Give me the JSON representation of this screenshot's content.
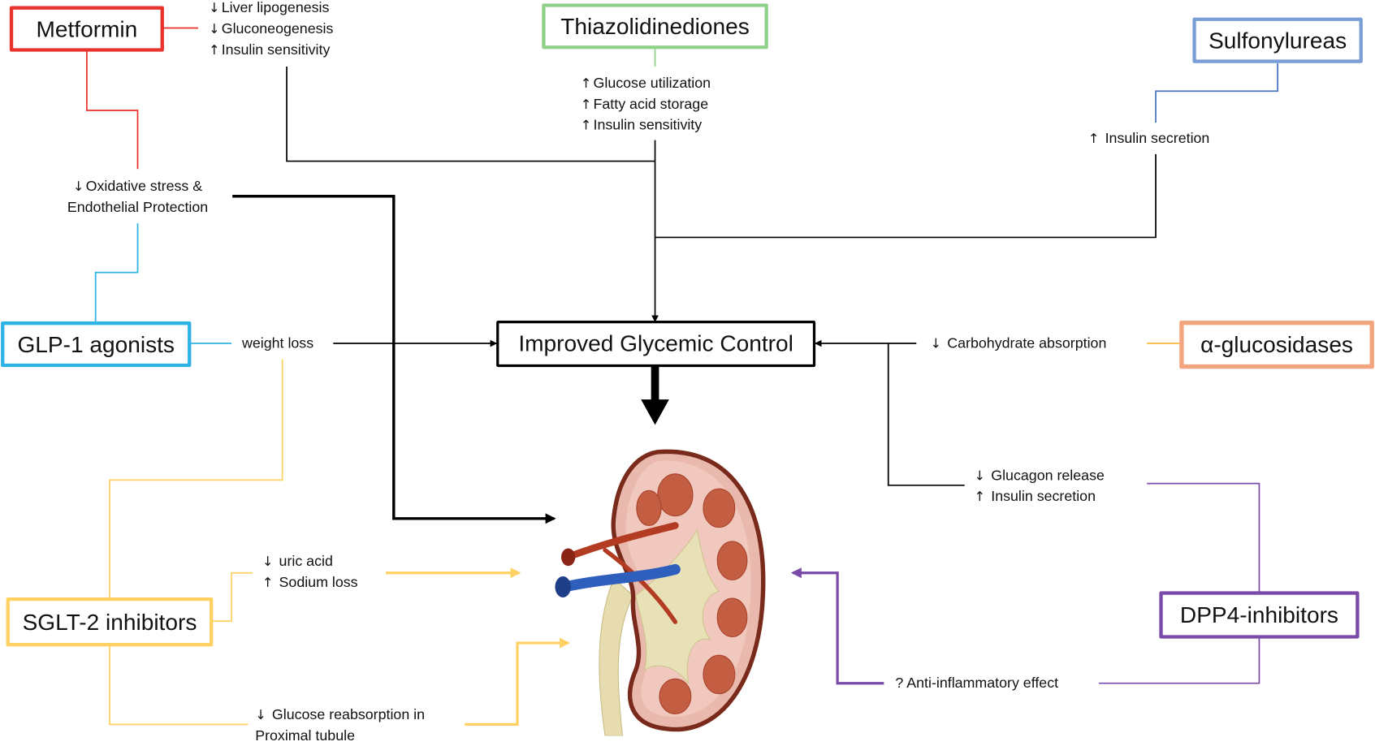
{
  "center": {
    "label": "Improved Glycemic Control"
  },
  "colors": {
    "metformin": "#e8322b",
    "thiazolidinediones": "#8fd18a",
    "sulfonylureas": "#7a9fd6",
    "glp1": "#2fb2e6",
    "alpha_glucosidases": "#f4a57e",
    "sglt2": "#ffd062",
    "dpp4": "#7a4aa8",
    "neutral": "#000000"
  },
  "drugs": {
    "metformin": {
      "label": "Metformin"
    },
    "thiazolidinediones": {
      "label": "Thiazolidinediones"
    },
    "sulfonylureas": {
      "label": "Sulfonylureas"
    },
    "glp1": {
      "label": "GLP-1 agonists"
    },
    "alpha_glucosidases": {
      "label": "α-glucosidases"
    },
    "sglt2": {
      "label": "SGLT-2 inhibitors"
    },
    "dpp4": {
      "label": "DPP4-inhibitors"
    }
  },
  "effects": {
    "metformin_liver": [
      {
        "arrow": "↓",
        "text": "Liver lipogenesis"
      },
      {
        "arrow": "↓",
        "text": "Gluconeogenesis"
      },
      {
        "arrow": "↑",
        "text": "Insulin sensitivity"
      }
    ],
    "oxidative": [
      {
        "arrow": "↓",
        "text": "Oxidative stress &"
      },
      {
        "arrow": "",
        "text": "Endothelial Protection"
      }
    ],
    "tzd": [
      {
        "arrow": "↑",
        "text": "Glucose utilization"
      },
      {
        "arrow": "↑",
        "text": "Fatty acid storage"
      },
      {
        "arrow": "↑",
        "text": "Insulin sensitivity"
      }
    ],
    "sulfonylurea": [
      {
        "arrow": "↑",
        "text": "Insulin secretion"
      }
    ],
    "weight_loss": [
      {
        "arrow": "",
        "text": "weight loss"
      }
    ],
    "carbohydrate": [
      {
        "arrow": "↓",
        "text": "Carbohydrate absorption"
      }
    ],
    "glucagon": [
      {
        "arrow": "↓",
        "text": "Glucagon release"
      },
      {
        "arrow": "↑",
        "text": "Insulin secretion"
      }
    ],
    "uric_sodium": [
      {
        "arrow": "↓",
        "text": "uric acid"
      },
      {
        "arrow": "↑",
        "text": "Sodium loss"
      }
    ],
    "glucose_reabsorption": [
      {
        "arrow": "↓",
        "text": "Glucose reabsorption in"
      },
      {
        "arrow": "",
        "text": "Proximal tubule"
      }
    ],
    "anti_inflammatory": [
      {
        "arrow": "",
        "text": "? Anti-inflammatory effect"
      }
    ]
  },
  "kidney": {
    "icon": "kidney-illustration"
  }
}
